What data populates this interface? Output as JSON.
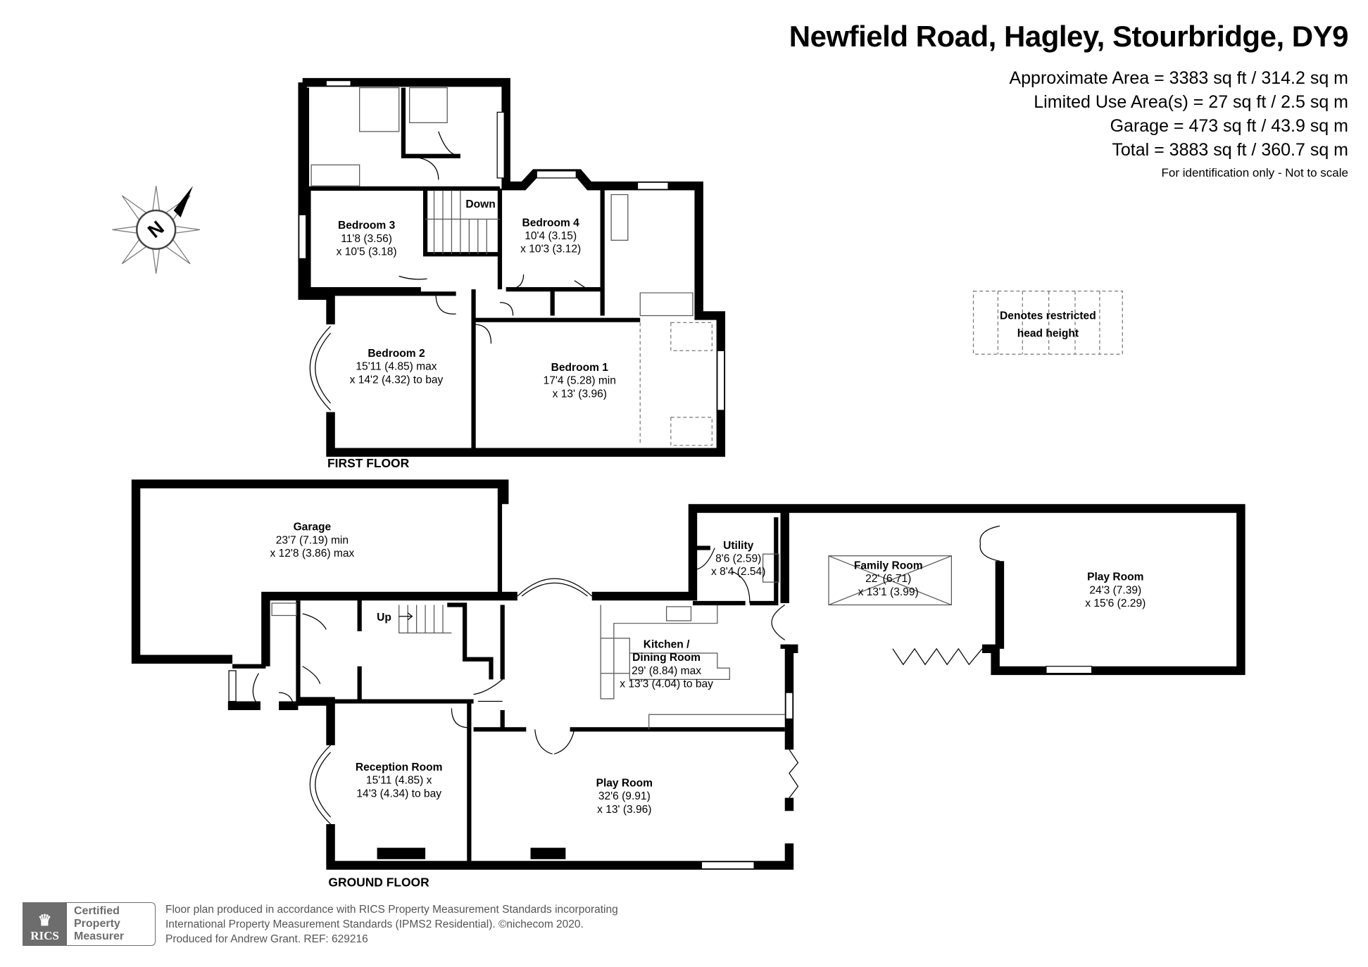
{
  "header": {
    "title": "Newfield Road, Hagley, Stourbridge, DY9",
    "areas": [
      "Approximate Area = 3383 sq ft / 314.2 sq m",
      "Limited Use Area(s) = 27 sq ft / 2.5 sq m",
      "Garage = 473 sq ft / 43.9 sq m",
      "Total = 3883 sq ft / 360.7 sq m"
    ],
    "note": "For identification only - Not to scale"
  },
  "compass": {
    "label": "N"
  },
  "legend": {
    "line1": "Denotes restricted",
    "line2": "head height"
  },
  "first_floor": {
    "label": "FIRST FLOOR",
    "stairs_label": "Down",
    "rooms": [
      {
        "name": "Bedroom 3",
        "dim1": "11'8 (3.56)",
        "dim2": "x 10'5 (3.18)"
      },
      {
        "name": "Bedroom 4",
        "dim1": "10'4 (3.15)",
        "dim2": "x 10'3 (3.12)"
      },
      {
        "name": "Bedroom 2",
        "dim1": "15'11 (4.85) max",
        "dim2": "x 14'2 (4.32) to bay"
      },
      {
        "name": "Bedroom 1",
        "dim1": "17'4 (5.28) min",
        "dim2": "x 13' (3.96)"
      }
    ]
  },
  "ground_floor": {
    "label": "GROUND FLOOR",
    "stairs_label": "Up",
    "rooms": [
      {
        "name": "Garage",
        "dim1": "23'7 (7.19) min",
        "dim2": "x 12'8 (3.86) max"
      },
      {
        "name": "Utility",
        "dim1": "8'6 (2.59)",
        "dim2": "x 8'4 (2.54)"
      },
      {
        "name": "Family Room",
        "dim1": "22' (6.71)",
        "dim2": "x 13'1 (3.99)"
      },
      {
        "name": "Play Room",
        "dim1": "24'3 (7.39)",
        "dim2": "x 15'6 (2.29)"
      },
      {
        "name": "Kitchen /",
        "name2": "Dining Room",
        "dim1": "29' (8.84) max",
        "dim2": "x 13'3 (4.04) to bay"
      },
      {
        "name": "Reception Room",
        "dim1": "15'11 (4.85) x",
        "dim2": "14'3 (4.34) to bay"
      },
      {
        "name": "Play Room",
        "dim1": "32'6 (9.91)",
        "dim2": "x 13' (3.96)"
      }
    ]
  },
  "footer": {
    "rics_logo": "RICS",
    "badge": [
      "Certified",
      "Property",
      "Measurer"
    ],
    "lines": [
      "Floor plan produced in accordance with RICS Property Measurement Standards incorporating",
      "International Property Measurement Standards (IPMS2 Residential).   ©nichecom 2020.",
      "Produced for Andrew Grant.   REF:  629216"
    ]
  }
}
